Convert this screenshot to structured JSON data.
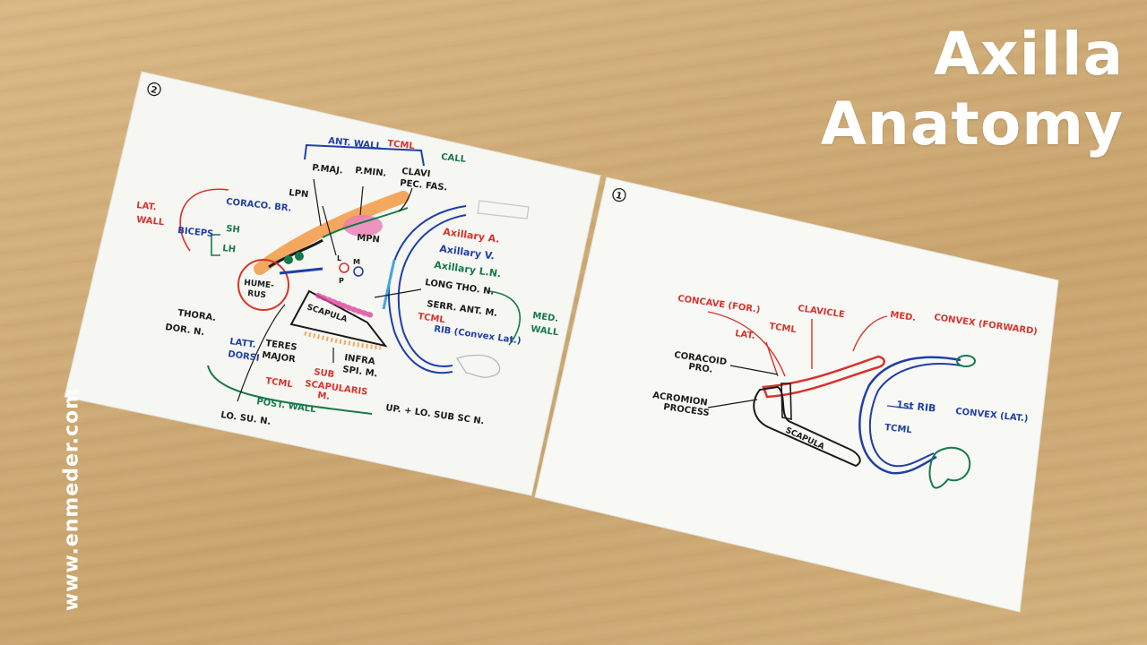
{
  "title_line1": "Axilla",
  "title_line2": "Anatomy",
  "watermark": "www.enmeder.com",
  "sheet2": {
    "number": "2",
    "ant_wall": "ANT. WALL",
    "ant_tcml": "TCML",
    "call": "CALL",
    "p_maj": "P.MAJ.",
    "p_min": "P.MIN.",
    "clavi": "CLAVI",
    "pec_fas": "PEC. FAS.",
    "lpn": "LPN",
    "mpn": "MPN",
    "coraco_br": "CORACO. BR.",
    "lat": "LAT.",
    "wall": "WALL",
    "biceps": "BICEPS",
    "sh": "SH",
    "lh": "LH",
    "l": "L",
    "m": "M",
    "p": "P",
    "humerus1": "HUME-",
    "humerus2": "RUS",
    "scapula": "SCAPULA",
    "axillary_a": "Axillary A.",
    "axillary_v": "Axillary V.",
    "axillary_ln": "Axillary L.N.",
    "long_tho": "LONG THO. N.",
    "serr_ant": "SERR. ANT. M.",
    "tcml_mid": "TCML",
    "rib": "RIB (Convex Lat.)",
    "med": "MED.",
    "med_wall": "WALL",
    "thora": "THORA.",
    "dor_n": "DOR. N.",
    "latt": "LATT.",
    "dorsi": "DORSI",
    "teres": "TERES",
    "major": "MAJOR",
    "infra": "INFRA",
    "spi_m": "SPI. M.",
    "sub": "SUB",
    "scapularis": "SCAPULARIS",
    "m_dot": "M.",
    "tcml_post": "TCML",
    "post_wall": "POST. WALL",
    "up_lo": "UP. + LO. SUB SC N.",
    "lo_su": "LO. SU. N."
  },
  "sheet1": {
    "number": "1",
    "concave": "CONCAVE (FOR.)",
    "tcml_top": "TCML",
    "lat": "LAT.",
    "clavicle": "CLAVICLE",
    "med": "MED.",
    "convex_fwd": "CONVEX (FORWARD)",
    "coracoid": "CORACOID",
    "pro": "PRO.",
    "acromion": "ACROMION",
    "process": "PROCESS",
    "scapula": "SCAPULA",
    "first_rib": "1st RIB",
    "convex_lat": "CONVEX (LAT.)",
    "tcml": "TCML"
  },
  "colors": {
    "red": "#d8332b",
    "blue": "#1f3fa6",
    "green": "#157a4a",
    "orange": "#f39a45",
    "pink": "#e0459b",
    "black": "#1a1a1a"
  }
}
